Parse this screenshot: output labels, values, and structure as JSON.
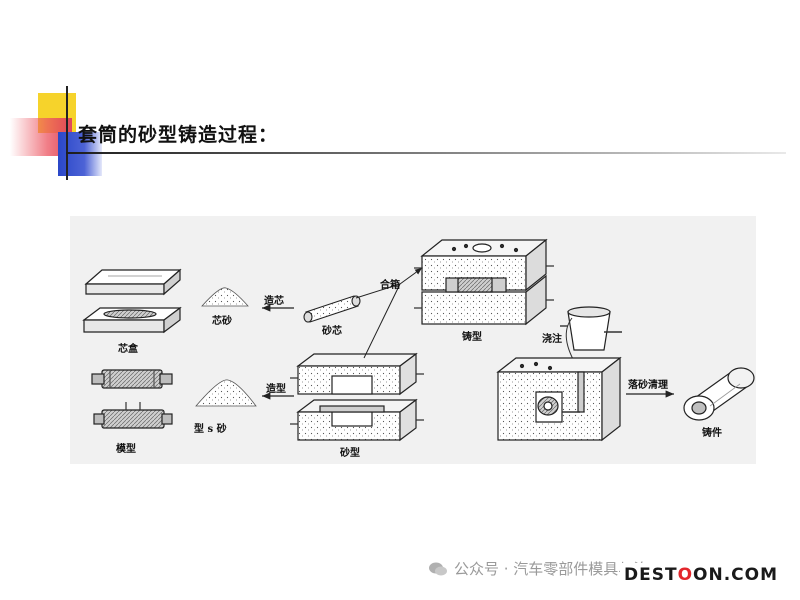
{
  "slide": {
    "title": "套筒的砂型铸造过程："
  },
  "diagram": {
    "labels": {
      "core_box": "芯盒",
      "core_sand": "芯砂",
      "core_making": "造芯",
      "sand_core": "砂芯",
      "pattern": "模型",
      "molding_sand": "型 s 砂",
      "molding": "造型",
      "sand_mold": "砂型",
      "mold_closing": "合箱",
      "casting_mold": "铸型",
      "pouring": "浇注",
      "shakeout_cleaning": "落砂清理",
      "casting": "铸件"
    }
  },
  "watermark": {
    "text": "公众号 · 汽车零部件模具与治",
    "brand_prefix": "DEST",
    "brand_o": "O",
    "brand_suffix": "ON.COM"
  },
  "colors": {
    "yellow": "#f6d32b",
    "red": "#e0465a",
    "blue": "#2a47c8",
    "brand_red": "#e3262b"
  }
}
